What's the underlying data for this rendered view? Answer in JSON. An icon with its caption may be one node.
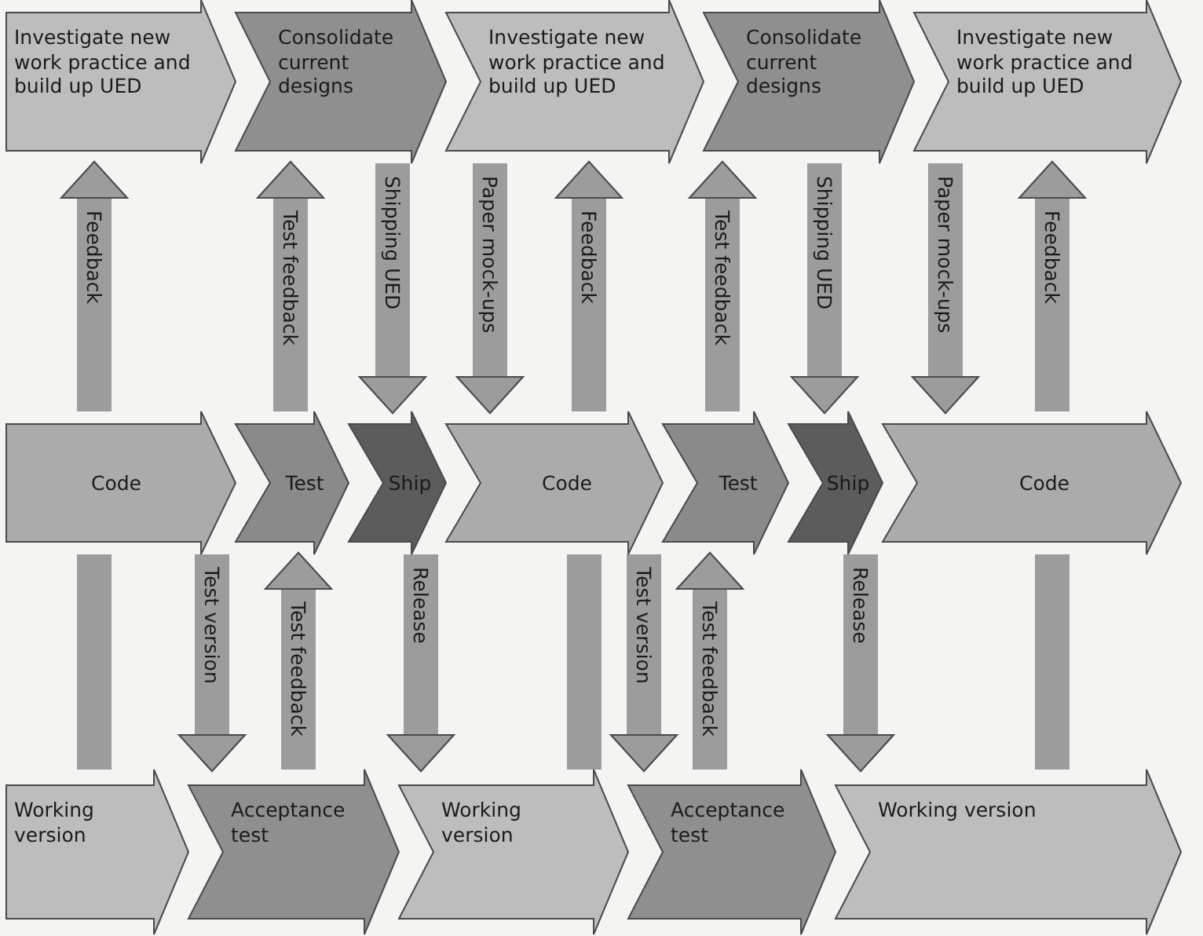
{
  "diagram": {
    "nodes": [
      {
        "text": [
          "Investigate new work practice and build up UED"
        ]
      },
      {
        "text": [
          "Consolidate current designs"
        ]
      },
      {
        "text": [
          "Investigate new work practice and build up UED"
        ]
      },
      {
        "text": [
          "Consolidate current designs"
        ]
      },
      {
        "text": [
          "Investigate new work practice and build up UED"
        ]
      },
      {
        "text": [
          "Code"
        ]
      },
      {
        "text": [
          "Test"
        ]
      },
      {
        "text": [
          "Ship"
        ]
      },
      {
        "text": [
          "Code"
        ]
      },
      {
        "text": [
          "Test"
        ]
      },
      {
        "text": [
          "Ship"
        ]
      },
      {
        "text": [
          "Code"
        ]
      },
      {
        "text": [
          "Working version"
        ]
      },
      {
        "text": [
          "Acceptance test"
        ]
      },
      {
        "text": [
          "Working version"
        ]
      },
      {
        "text": [
          "Acceptance test"
        ]
      },
      {
        "text": [
          "Working version"
        ]
      }
    ],
    "edges": [
      {
        "from": 5,
        "to": 0,
        "arrow": "to",
        "label": "Feedback"
      },
      {
        "from": 6,
        "to": 1,
        "arrow": "to",
        "label": "Test feedback"
      },
      {
        "from": 1,
        "to": 7,
        "arrow": "to",
        "label": "Shipping UED"
      },
      {
        "from": 2,
        "to": 8,
        "arrow": "to",
        "label": "Paper mock-ups"
      },
      {
        "from": 8,
        "to": 2,
        "arrow": "to",
        "label": "Feedback"
      },
      {
        "from": 9,
        "to": 3,
        "arrow": "to",
        "label": "Test feedback"
      },
      {
        "from": 3,
        "to": 10,
        "arrow": "to",
        "label": "Shipping UED"
      },
      {
        "from": 4,
        "to": 11,
        "arrow": "to",
        "label": "Paper mock-ups"
      },
      {
        "from": 11,
        "to": 4,
        "arrow": "to",
        "label": "Feedback"
      },
      {
        "from": 5,
        "to": 12,
        "arrow": "none"
      },
      {
        "from": 5,
        "to": 13,
        "arrow": "to",
        "label": "Test version"
      },
      {
        "from": 13,
        "to": 6,
        "arrow": "to",
        "label": "Test feedback"
      },
      {
        "from": 7,
        "to": 14,
        "arrow": "to",
        "label": "Release"
      },
      {
        "from": 8,
        "to": 14,
        "arrow": "none"
      },
      {
        "from": 8,
        "to": 15,
        "arrow": "to",
        "label": "Test version"
      },
      {
        "from": 15,
        "to": 9,
        "arrow": "to",
        "label": "Test feedback"
      },
      {
        "from": 10,
        "to": 16,
        "arrow": "to",
        "label": "Release"
      },
      {
        "from": 11,
        "to": 16,
        "arrow": "none"
      }
    ]
  }
}
